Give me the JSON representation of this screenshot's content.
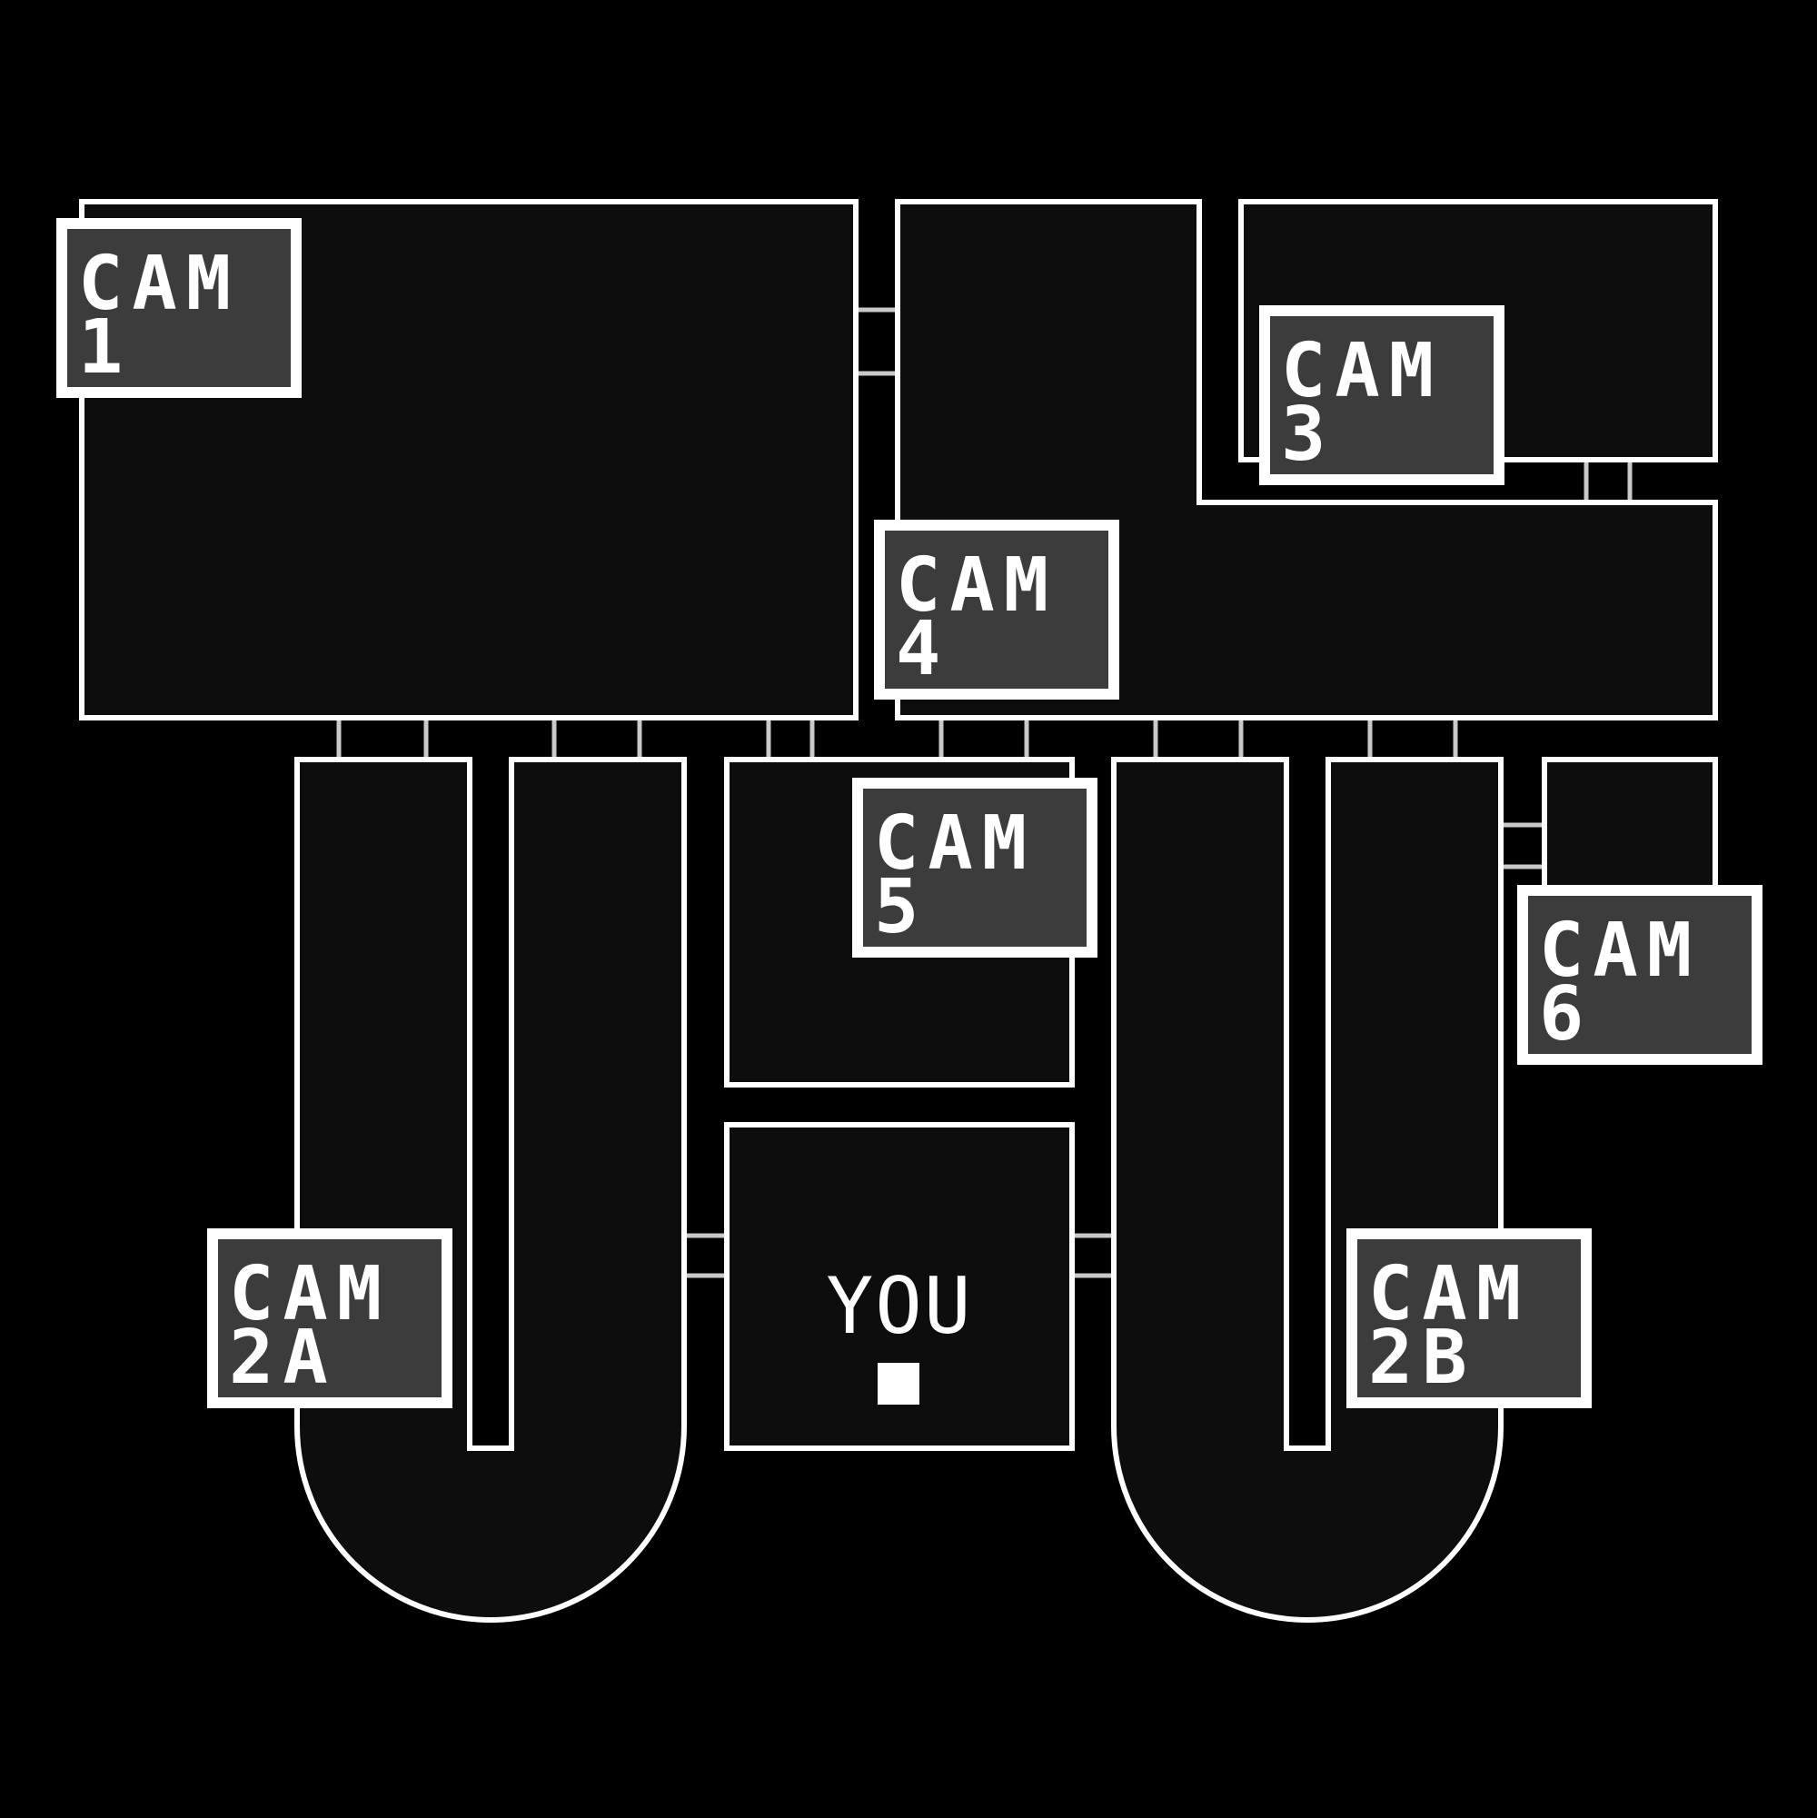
{
  "map": {
    "background_color": "#000000",
    "room_fill": "#0d0d0d",
    "wall_color": "#ffffff",
    "door_color": "#c8c8c8",
    "camera_button_fill": "#3c3c3c"
  },
  "cameras": [
    {
      "id": "1",
      "line1": "CAM",
      "line2": "1"
    },
    {
      "id": "2A",
      "line1": "CAM",
      "line2": "2A"
    },
    {
      "id": "2B",
      "line1": "CAM",
      "line2": "2B"
    },
    {
      "id": "3",
      "line1": "CAM",
      "line2": "3"
    },
    {
      "id": "4",
      "line1": "CAM",
      "line2": "4"
    },
    {
      "id": "5",
      "line1": "CAM",
      "line2": "5"
    },
    {
      "id": "6",
      "line1": "CAM",
      "line2": "6"
    }
  ],
  "office": {
    "label": "YOU"
  }
}
